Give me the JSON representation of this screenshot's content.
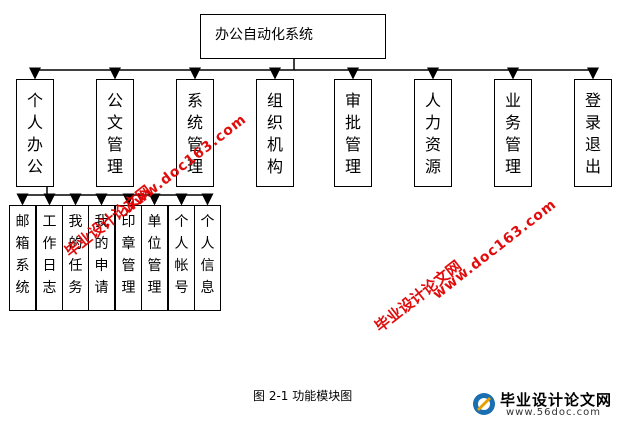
{
  "diagram": {
    "root": "办公自动化系统",
    "modules": [
      "个人办公",
      "公文管理",
      "系统管理",
      "组织机构",
      "审批管理",
      "人力资源",
      "业务管理",
      "登录退出"
    ],
    "submodules": [
      "邮箱系统",
      "工作日志",
      "我的任务",
      "我的申请",
      "印章管理",
      "单位管理",
      "个人帐号",
      "个人信息"
    ],
    "caption": "图 2-1  功能模块图"
  },
  "watermarks": {
    "site_cn": "毕业设计论文网",
    "site_url": "www.doc163.com",
    "footer_cn": "毕业设计论文网",
    "footer_url": "www.56doc.com"
  }
}
